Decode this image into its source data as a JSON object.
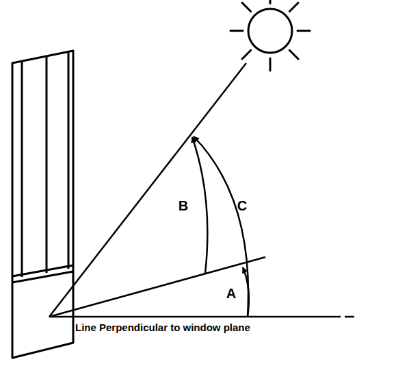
{
  "diagram": {
    "labels": [
      "B",
      "C",
      "A",
      "Line Perpendicular to window plane"
    ]
  }
}
